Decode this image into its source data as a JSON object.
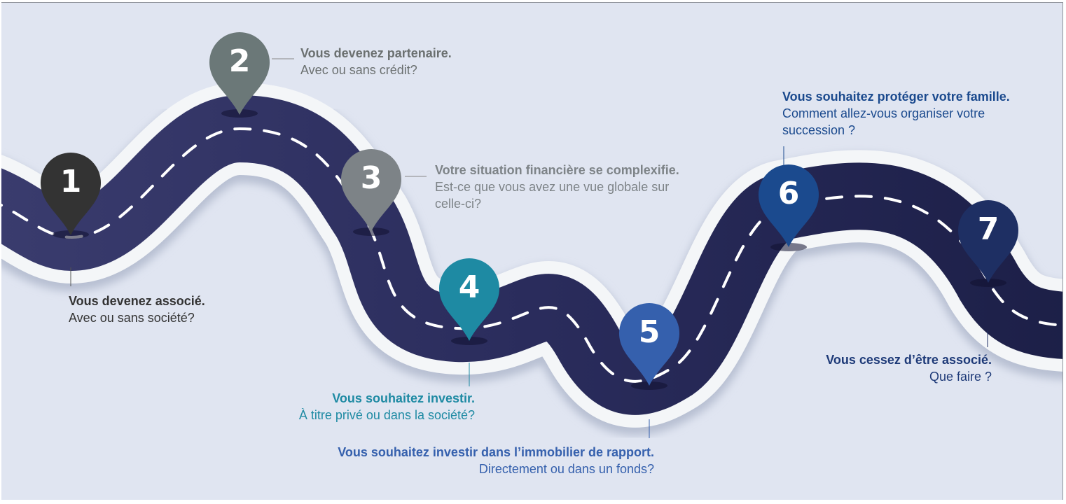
{
  "colors": {
    "background": "#e0e5f1",
    "road": "#2b2d5e",
    "road_edge": "#f4f6f8",
    "dash": "#ffffff",
    "step1": "#333333",
    "step2": "#6b7878",
    "step3": "#7d8387",
    "step4": "#1e8aa3",
    "step5": "#3560ad",
    "step6": "#1b4a8e",
    "step7": "#1e2f63"
  },
  "steps": [
    {
      "number": "1",
      "title": "Vous devenez associé.",
      "subtitle": "Avec ou sans société?"
    },
    {
      "number": "2",
      "title": "Vous devenez partenaire.",
      "subtitle": "Avec ou sans crédit?"
    },
    {
      "number": "3",
      "title": "Votre situation financière se complexifie.",
      "subtitle_line1": "Est-ce que vous avez une vue globale sur",
      "subtitle_line2": "celle-ci?"
    },
    {
      "number": "4",
      "title": "Vous souhaitez investir.",
      "subtitle": "À titre privé ou dans la société?"
    },
    {
      "number": "5",
      "title": "Vous souhaitez investir dans l’immobilier de rapport.",
      "subtitle": "Directement ou dans un fonds?"
    },
    {
      "number": "6",
      "title": "Vous souhaitez protéger votre famille.",
      "subtitle_line1": "Comment allez-vous organiser votre",
      "subtitle_line2": "succession ?"
    },
    {
      "number": "7",
      "title": "Vous cessez d’être associé.",
      "subtitle": "Que faire ?"
    }
  ]
}
